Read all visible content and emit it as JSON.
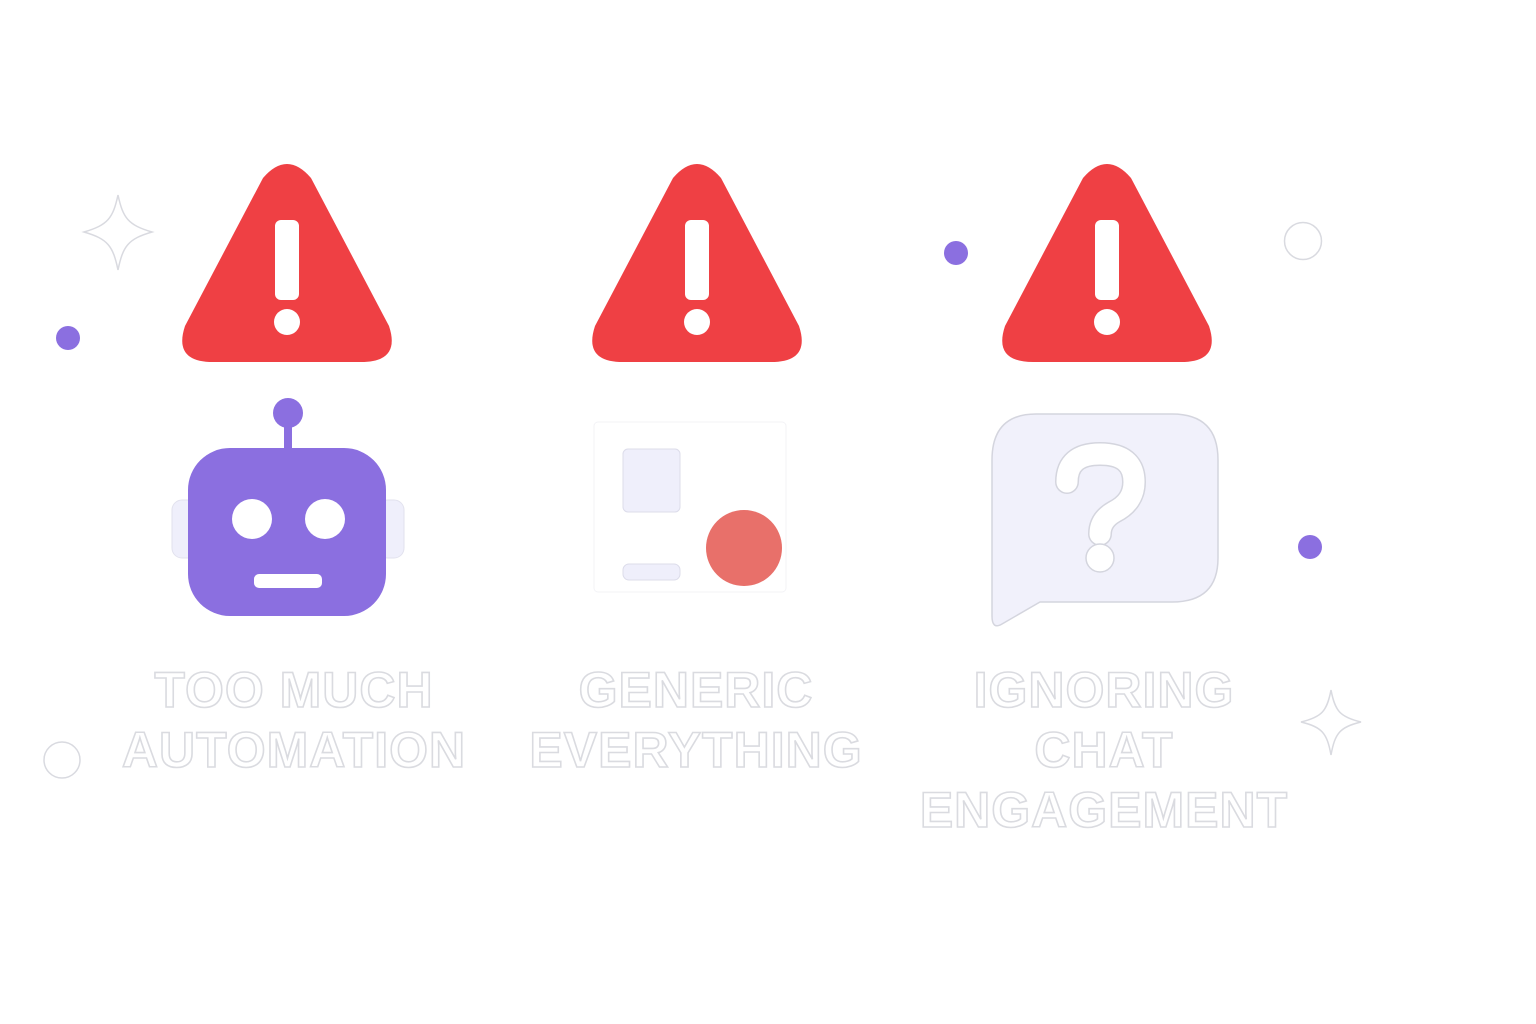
{
  "columns": [
    {
      "title_lines": [
        "TOO MUCH",
        "AUTOMATION"
      ],
      "warning_icon": "warning-triangle-icon",
      "illustration_icon": "robot-icon"
    },
    {
      "title_lines": [
        "GENERIC",
        "EVERYTHING"
      ],
      "warning_icon": "warning-triangle-icon",
      "illustration_icon": "generic-layout-icon"
    },
    {
      "title_lines": [
        "IGNORING",
        "CHAT",
        "ENGAGEMENT"
      ],
      "warning_icon": "warning-triangle-icon",
      "illustration_icon": "question-chat-bubble-icon"
    }
  ],
  "colors": {
    "warning_red": "#ef4044",
    "robot_purple": "#8b6fe0",
    "dot_purple": "#8b6fe0",
    "pale_lavender": "#efeffb",
    "coral_circle": "#e8706a",
    "outline_gray": "#dadbe0"
  },
  "decorations": [
    "sparkle-icon",
    "dot-icon",
    "ring-icon"
  ]
}
